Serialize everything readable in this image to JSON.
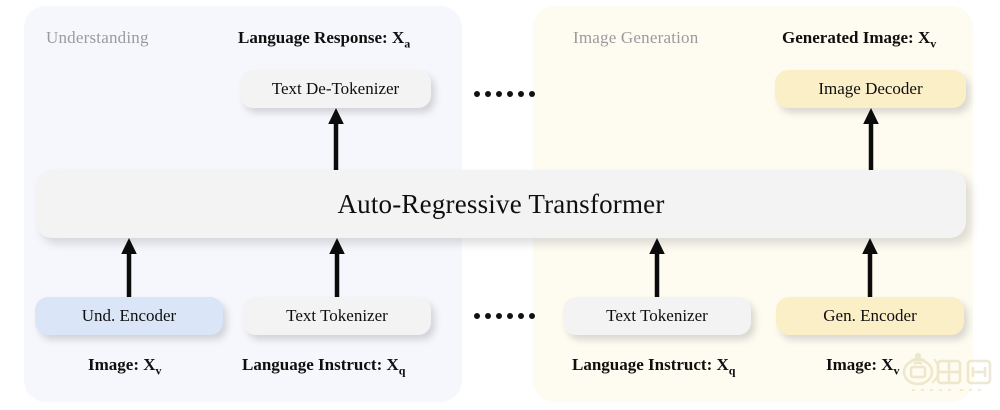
{
  "diagram": {
    "panels": [
      {
        "id": "understanding",
        "title": "Understanding",
        "accent": "#dae5f8",
        "background": "#f6f7fc"
      },
      {
        "id": "generation",
        "title": "Image Generation",
        "accent": "#fbefc8",
        "background": "#fefcf0"
      }
    ],
    "core": {
      "label": "Auto-Regressive Transformer",
      "background": "#f3f3f4"
    },
    "boxes": [
      {
        "id": "text-de-tokenizer",
        "label": "Text De-Tokenizer",
        "style": "grey"
      },
      {
        "id": "image-decoder",
        "label": "Image Decoder",
        "style": "yellow"
      },
      {
        "id": "und-encoder",
        "label": "Und. Encoder",
        "style": "blue"
      },
      {
        "id": "text-tokenizer-left",
        "label": "Text Tokenizer",
        "style": "grey"
      },
      {
        "id": "text-tokenizer-right",
        "label": "Text Tokenizer",
        "style": "grey"
      },
      {
        "id": "gen-encoder",
        "label": "Gen. Encoder",
        "style": "yellow"
      }
    ],
    "io_labels": {
      "language_response": {
        "text": "Language Response: X",
        "sub": "a"
      },
      "generated_image": {
        "text": "Generated Image: X",
        "sub": "v"
      },
      "image_left": {
        "text": "Image: X",
        "sub": "v"
      },
      "language_instruct_left": {
        "text": "Language Instruct: X",
        "sub": "q"
      },
      "language_instruct_right": {
        "text": "Language Instruct: X",
        "sub": "q"
      },
      "image_right": {
        "text": "Image: X",
        "sub": "v"
      }
    },
    "connector_ellipsis": {
      "top_dot_count": 6,
      "bottom_dot_count": 6,
      "color": "#111111"
    },
    "watermark": {
      "name": "zhidx-logo-watermark"
    }
  }
}
